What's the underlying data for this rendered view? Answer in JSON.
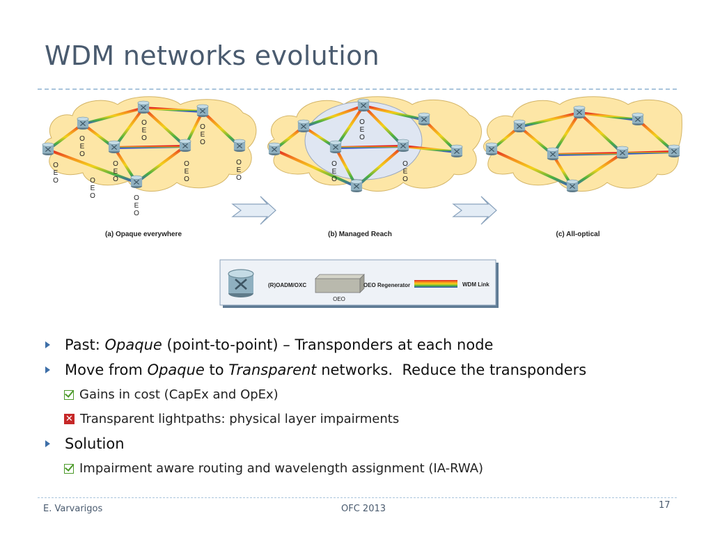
{
  "title": "WDM networks evolution",
  "figure": {
    "oeo_letters": [
      "O",
      "E",
      "O"
    ],
    "captions": [
      "(a) Opaque everywhere",
      "(b) Managed Reach",
      "(c) All-optical"
    ],
    "legend": {
      "roadm": "(R)OADM/OXC",
      "regen": "OEO Regenerator",
      "regen_sub": "OEO",
      "link": "WDM Link"
    }
  },
  "bullets": {
    "b1_pre": "Past: ",
    "b1_it": "Opaque",
    "b1_post": " (point-to-point) – Transponders at each node",
    "b2_a": "Move from ",
    "b2_it1": "Opaque",
    "b2_b": " to ",
    "b2_it2": "Transparent",
    "b2_c": " networks.  Reduce the transponders",
    "s1": "Gains in cost (CapEx and OpEx)",
    "s2": "Transparent lightpaths: physical layer impairments",
    "b3": "Solution",
    "s3": "Impairment aware routing and wavelength assignment (IA-RWA)"
  },
  "footer": {
    "author": "E. Varvarigos",
    "venue": "OFC 2013",
    "page": "17"
  },
  "colors": {
    "title": "#4a5b6f",
    "cloud": "#fde6a6",
    "managed_area": "#dfe6f2",
    "check": "#4c9a2a",
    "cross": "#c62828",
    "bullet_arrow": "#3e6fa8"
  }
}
